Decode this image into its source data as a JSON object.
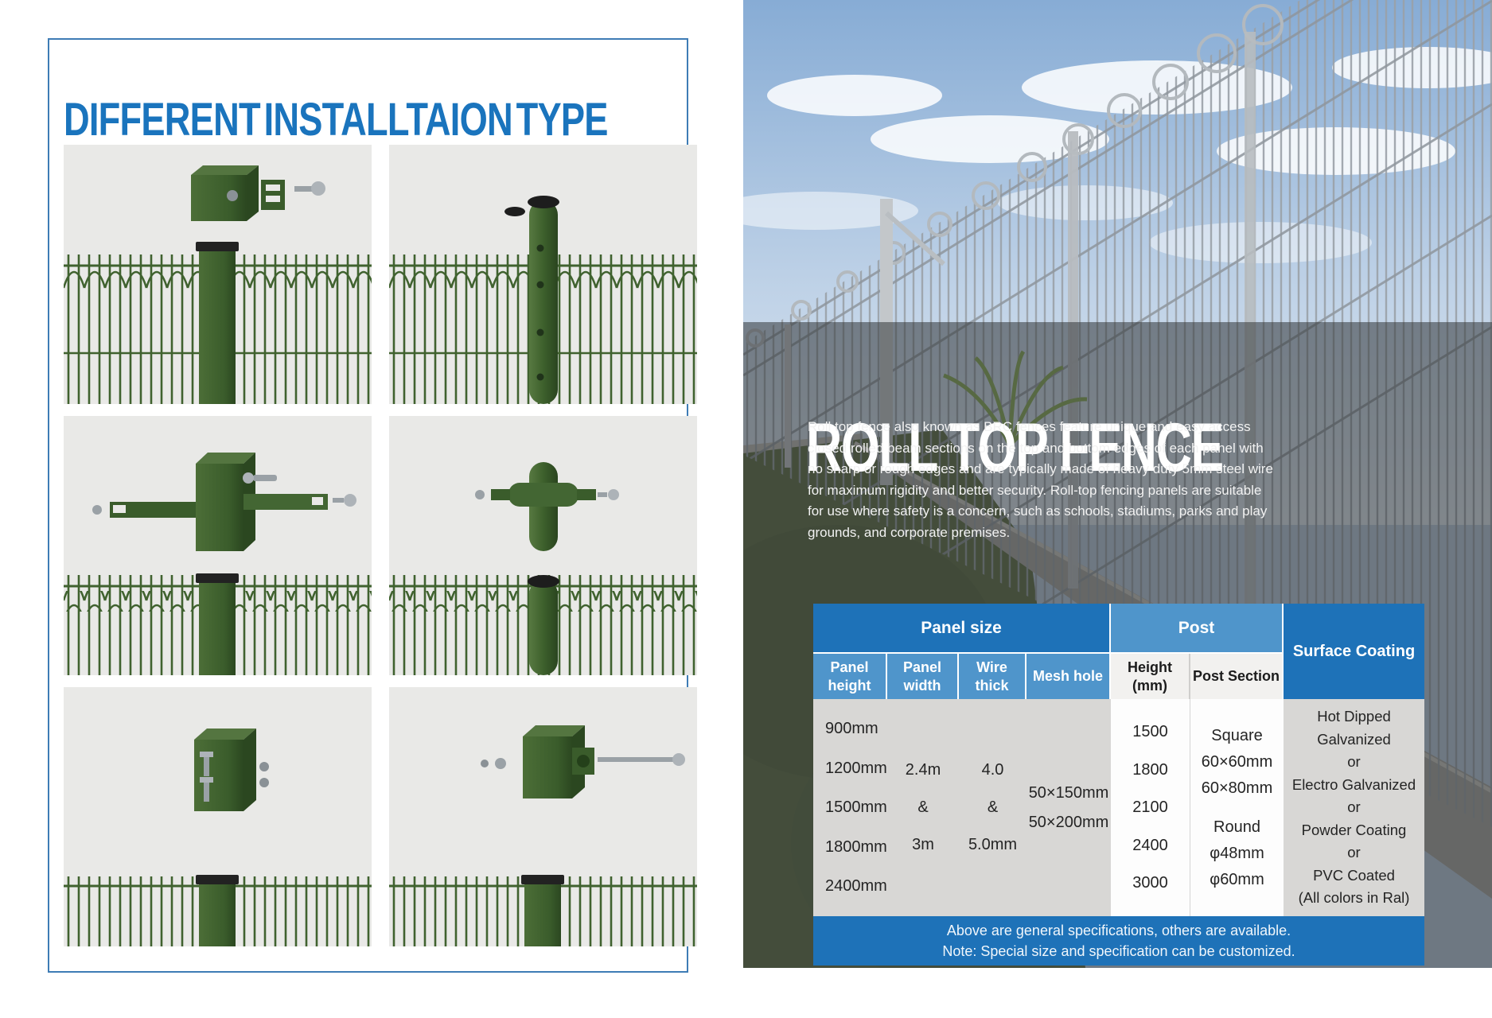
{
  "left_panel": {
    "title": "DIFFERENT INSTALLTAION TYPE",
    "images": [
      {
        "alt": "square-post-top-cap-clamp"
      },
      {
        "alt": "round-post-punched-holes"
      },
      {
        "alt": "square-post-side-bolt-brackets"
      },
      {
        "alt": "round-post-collar-clamp"
      },
      {
        "alt": "square-post-cap-vertical-screws"
      },
      {
        "alt": "square-post-cap-through-bolt"
      }
    ]
  },
  "photo_panel": {
    "title": "ROLL TOP FENCE",
    "description_lines": [
      "Roll top fence also known as BRC fences feature unique and easy access",
      "closed rolled beam sections on the top and bottom edges of each panel with",
      "no sharp or rough edges and are typically made of heavy duty 5mm steel wire",
      "for maximum rigidity and better security. Roll-top fencing panels are suitable",
      "for use where safety is a concern, such as schools, stadiums, parks and play",
      "grounds, and corporate premises."
    ],
    "table": {
      "group_headers": {
        "panel_size": "Panel size",
        "post": "Post",
        "surface_coating": "Surface Coating"
      },
      "column_headers": {
        "panel_height": "Panel height",
        "panel_width": "Panel width",
        "wire_thick": "Wire thick",
        "mesh_hole": "Mesh hole",
        "height_mm": "Height (mm)",
        "post_section": "Post Section"
      },
      "panel_height_values": [
        "900mm",
        "1200mm",
        "1500mm",
        "1800mm",
        "2400mm"
      ],
      "panel_width_values": [
        "2.4m",
        "&",
        "3m"
      ],
      "wire_thick_values": [
        "4.0",
        "&",
        "5.0mm"
      ],
      "mesh_hole_values": [
        "50×150mm",
        "50×200mm"
      ],
      "post_height_values": [
        "1500",
        "1800",
        "2100",
        "2400",
        "3000"
      ],
      "post_section_values": [
        "Square",
        "60×60mm",
        "60×80mm",
        "",
        "Round",
        "φ48mm",
        "φ60mm"
      ],
      "surface_coating_values": [
        "Hot Dipped",
        "Galvanized",
        "or",
        "Electro Galvanized",
        "or",
        "Powder Coating",
        "or",
        "PVC Coated",
        "(All colors in Ral)"
      ],
      "notes": [
        "Above are general specifications, others are available.",
        "Note: Special size and specification can be customized."
      ]
    },
    "colors": {
      "accent_dark_blue": "#1e72b8",
      "accent_medium_blue": "#4f95cb",
      "title_blue": "#1a74bd",
      "fence_green": "#3f6130"
    }
  }
}
